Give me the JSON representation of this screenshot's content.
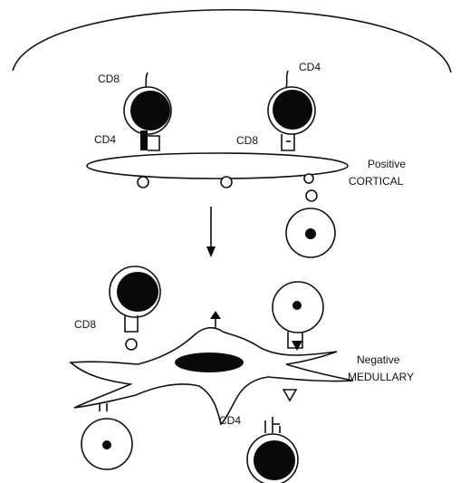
{
  "labels": {
    "top_left_upper": "CD8",
    "top_left_lower": "CD4",
    "top_right_upper": "CD4",
    "top_right_lower": "CD8",
    "positive_line1": "Positive",
    "positive_line2": "CORTICAL",
    "bottom_left": "CD8",
    "bottom_right": "CD4",
    "negative_line1": "Negative",
    "negative_line2": "MEDULLARY"
  }
}
